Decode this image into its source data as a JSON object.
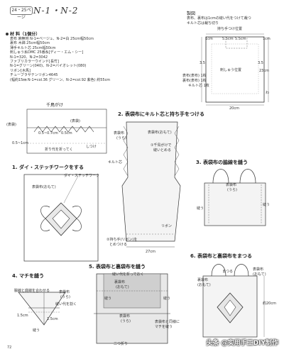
{
  "header": {
    "page_ref": "24・25ページ",
    "title": "N-1・N-2"
  },
  "materials": {
    "heading": "材 料（1個分）",
    "lines": [
      "表布 麻無地 N-1=ベージュ、N-2=白 25cm幅50cm",
      "裏布 木綿 25cm幅50cm",
      "薄手キルト芯 25cm幅50cm",
      "刺しゅう糸DMC 25番糸[ディー・エム・シー]",
      "  N-1=320、N-2=3042",
      "ファブリカラーウインド[長竹]",
      "  N-1=グリーン(040)、N-2=バイオレット(080)",
      "リボン[木馬]",
      "  チューブラサテンリボン4645",
      "  (幅約15㎜ N-1=col.36 グリーン、N-2=col.92 紫色) 約55cm"
    ]
  },
  "seido": {
    "heading": "製図",
    "notes": [
      "表布、裏布は1cmの縫い代をつけて裁つ",
      "キルト芯は裁ち切り"
    ],
    "handle_pos": "持ち手つけ位置",
    "labels": [
      "表布(表布) 1枚",
      "裏布(表布) 1枚",
      "キルト芯 1枚"
    ],
    "center": "刺しゅう位置",
    "fold": "わ",
    "dims": {
      "top_left": "1cm",
      "top_mid": "5.5cm",
      "top_mid2": "5.5cm",
      "top_right": "1cm",
      "height": "23cm",
      "width": "20cm",
      "left_inner": "3.5",
      "right_inner": "3.5"
    }
  },
  "chidori": {
    "heading": "千鳥がけ",
    "labels": [
      "(表袋)",
      "0.5~0.7cm",
      "0.5cm",
      "0.5~1cm",
      "折り代を折ってく",
      "(表袋)",
      "しつけ"
    ]
  },
  "step1": {
    "heading": "1. ダイ・ステッチワークをする",
    "label1": "ダイ・ステッチワーク",
    "label2": "表袋布(おもて)"
  },
  "step2": {
    "heading": "2. 表袋布にキルト芯と持ち手をつける",
    "labels": [
      "表袋布",
      "(うら)",
      "表袋布(おもて)",
      "①千鳥がけで",
      "縫いとめる",
      "キルト芯",
      "リボン",
      "27cm",
      "②持ち手(リボン)を",
      "とめつける"
    ]
  },
  "step3": {
    "heading": "3. 表袋布の脇線を縫う",
    "labels": [
      "表袋布",
      "(うら)",
      "縫う",
      "縫う"
    ]
  },
  "step4": {
    "heading": "4. マチを縫う",
    "labels": [
      "脇線と底線を合わせる",
      "表袋布",
      "(うら)",
      "縫い代を割く",
      "1.5cm",
      "1.5cm",
      "縫う"
    ]
  },
  "step5": {
    "heading": "5. 表袋布と裏袋布を縫う",
    "labels": [
      "縫い代を折っておく",
      "裏袋布",
      "(おもて)",
      "縫う",
      "縫う",
      "表袋布と同様に",
      "マチを縫う",
      "表袋布",
      "(うら)",
      "二つ折り"
    ]
  },
  "step6": {
    "heading": "6. 表袋布と裏袋布をまつる",
    "labels": [
      "まつる",
      "表袋布",
      "(おもて)",
      "裏袋布",
      "(おもて)",
      "約20cm"
    ]
  },
  "footer": {
    "page_number": "72",
    "watermark": "头条 @实用手工DIY制作"
  }
}
